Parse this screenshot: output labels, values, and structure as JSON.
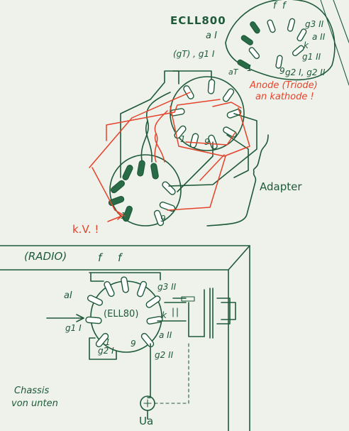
{
  "colors": {
    "ink": "#1e5a3a",
    "red": "#e5432b",
    "paper": "#eef2ea"
  },
  "tube": {
    "type_label": "ECLL800",
    "labels": [
      "f",
      "f",
      "g3 II",
      "a II",
      "k",
      "g1 II",
      "g2 I, g2 II",
      "9",
      "1",
      "a I",
      "(gT) , g1 I",
      "aT"
    ]
  },
  "annotations": {
    "anode_line1": "Anode (Triode)",
    "anode_line2": "an kathode !",
    "adapter": "Adapter",
    "kv": "k.V. !",
    "radio": "(RADIO)",
    "radio_f1": "f",
    "radio_f2": "f",
    "chassis_line1": "Chassis",
    "chassis_line2": "von unten",
    "ua": "Ua"
  },
  "socket_a": {
    "pin1": "1",
    "pin9": "9"
  },
  "socket_b": {
    "pin1": "1",
    "pin9": "9"
  },
  "radio_socket": {
    "type_label": "(ELL80)",
    "g3": "g3 II",
    "aI": "aI",
    "g1I": "g1 I",
    "k": "k",
    "aII": "a II",
    "g2I": "g2 I",
    "g2II": "g2 II",
    "pin1": "1",
    "pin9": "9"
  }
}
